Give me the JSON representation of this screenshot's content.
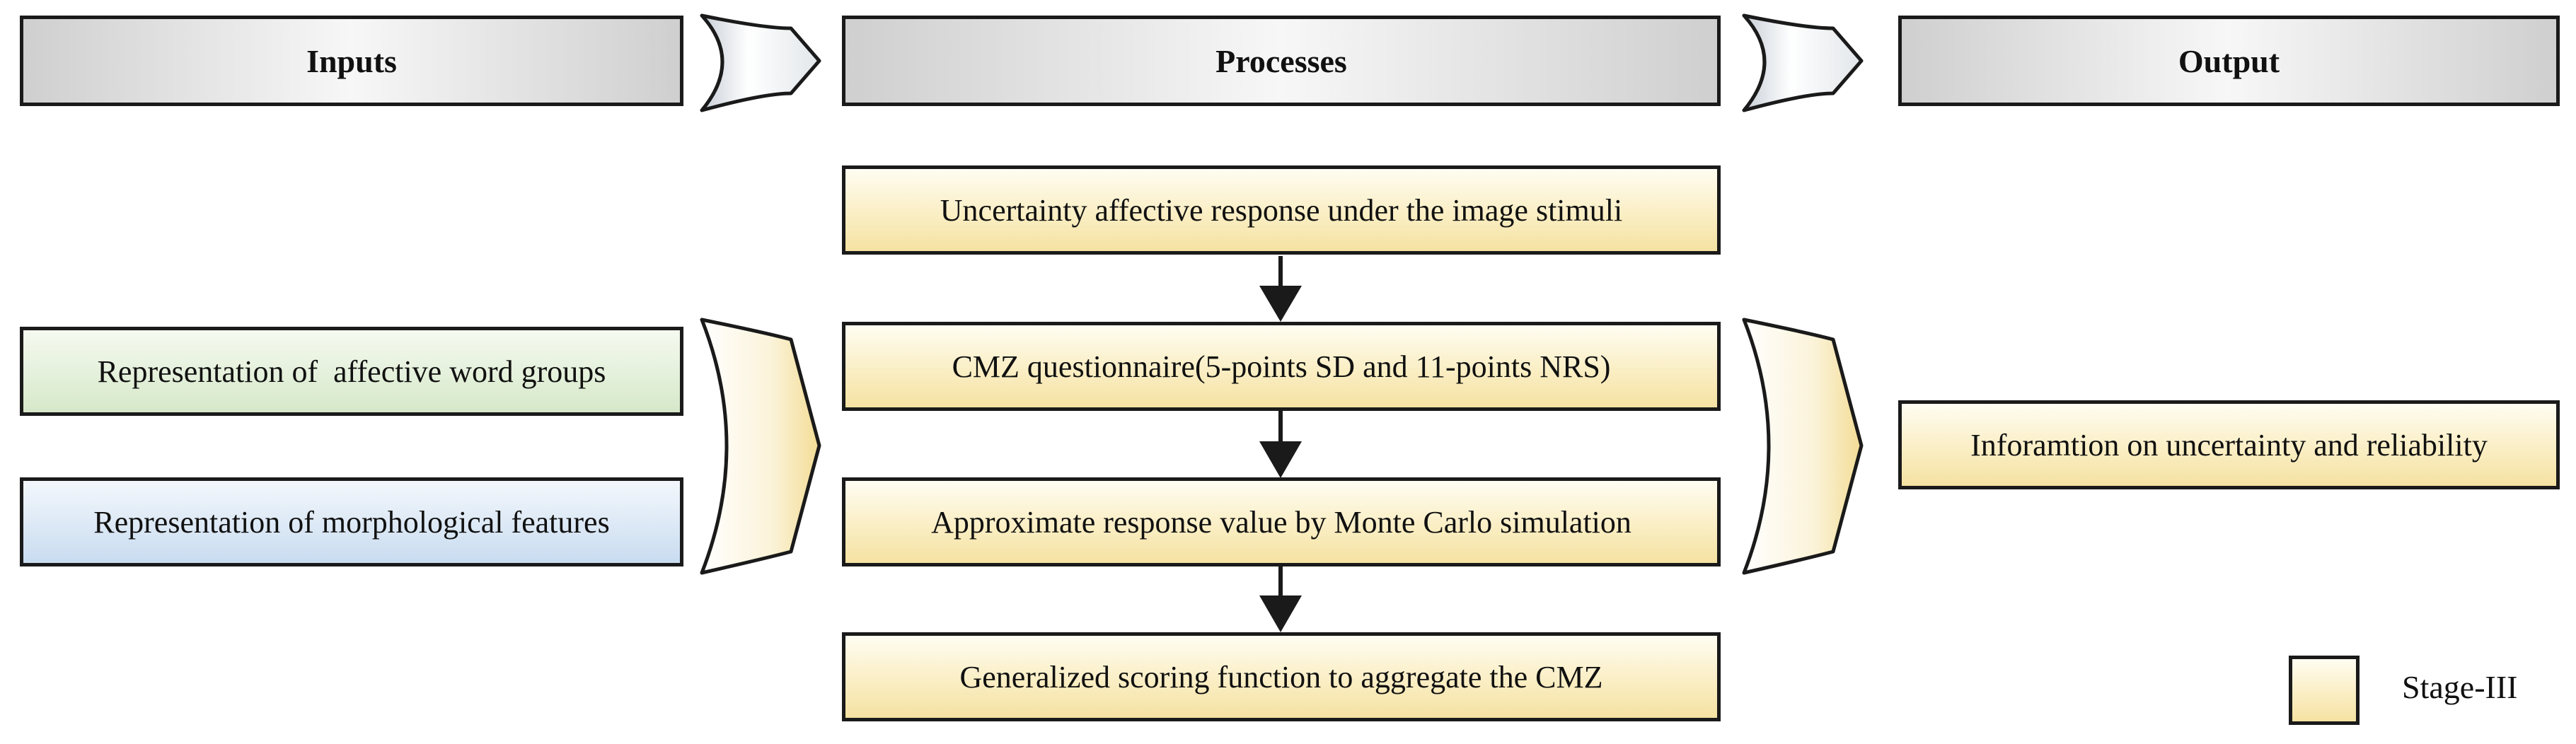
{
  "headers": {
    "inputs": "Inputs",
    "processes": "Processes",
    "output": "Output"
  },
  "inputs": [
    {
      "label": "Representation of  affective word groups",
      "color": "#d6e8c9"
    },
    {
      "label": "Representation of morphological features",
      "color": "#c9dcf0"
    }
  ],
  "processes": [
    "Uncertainty affective response under the image stimuli",
    "CMZ questionnaire(5-points SD and 11-points NRS)",
    "Approximate response value by Monte Carlo simulation",
    "Generalized scoring function to aggregate the CMZ"
  ],
  "output": {
    "label": "Inforamtion on uncertainty and reliability"
  },
  "legend": {
    "label": "Stage-III",
    "color": "#f5e2a2"
  }
}
